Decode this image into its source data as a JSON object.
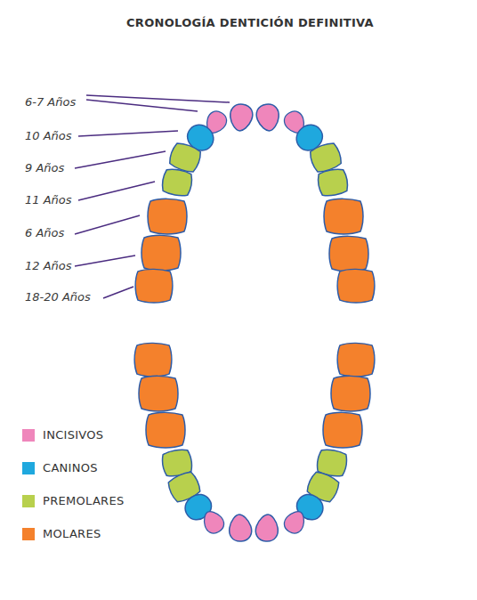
{
  "diagram": {
    "title": "CRONOLOGÍA DENTICIÓN DEFINITIVA",
    "labels": [
      "6-7 Años",
      "10 Años",
      "9 Años",
      "11 Años",
      "6 Años",
      "12 Años",
      "18-20 Años"
    ],
    "legend": [
      {
        "text": "INCISIVOS",
        "color": "#ef86bb"
      },
      {
        "text": "CANINOS",
        "color": "#1fa8de"
      },
      {
        "text": "PREMOLARES",
        "color": "#b8d04d"
      },
      {
        "text": "MOLARES",
        "color": "#f4812c"
      }
    ]
  }
}
